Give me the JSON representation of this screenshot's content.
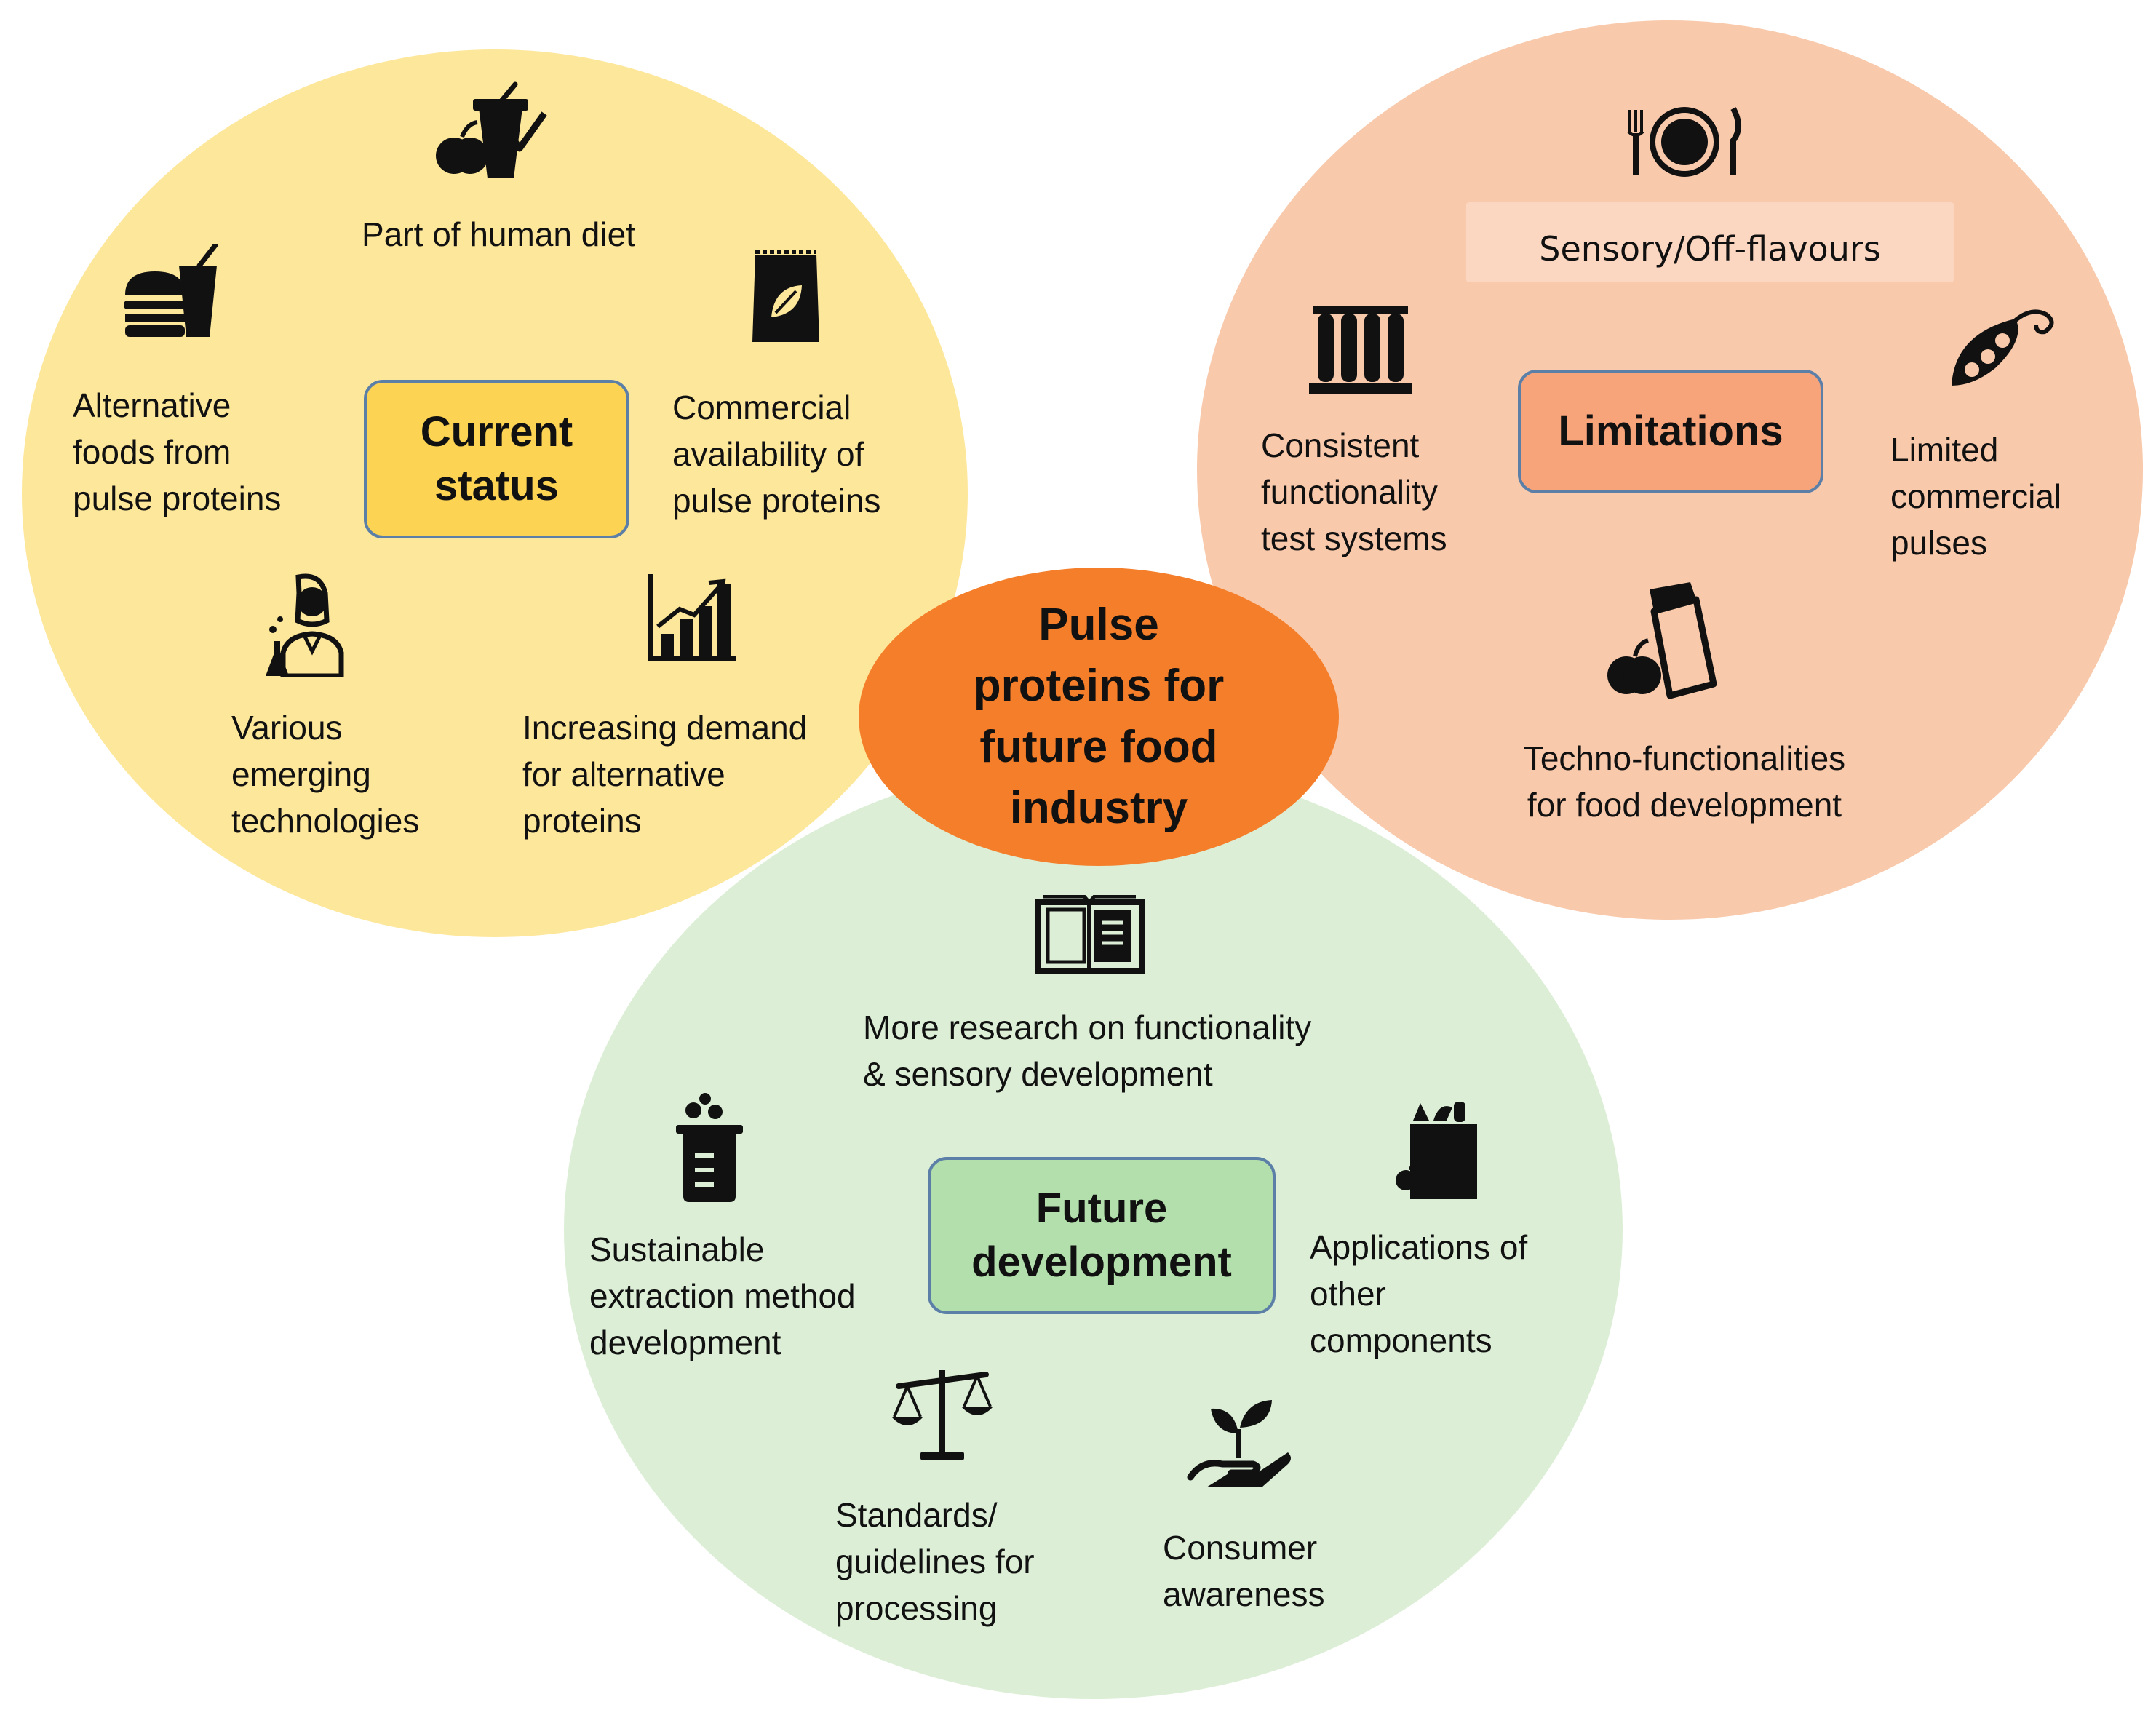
{
  "center": {
    "title": "Pulse\nproteins for\nfuture food\nindustry"
  },
  "current_status": {
    "title": "Current\nstatus",
    "items": [
      {
        "label": "Part of human diet",
        "icon": "diet-apple-drink-icon"
      },
      {
        "label": "Alternative\nfoods from\npulse proteins",
        "icon": "burger-drink-icon"
      },
      {
        "label": "Commercial\navailability of\npulse proteins",
        "icon": "product-bag-icon"
      },
      {
        "label": "Various\nemerging\ntechnologies",
        "icon": "scientist-icon"
      },
      {
        "label": "Increasing demand\nfor alternative\nproteins",
        "icon": "bar-chart-growth-icon"
      }
    ]
  },
  "limitations": {
    "title": "Limitations",
    "items": [
      {
        "label": "Sensory/Off-flavours",
        "icon": "plate-cutlery-icon"
      },
      {
        "label": "Consistent\nfunctionality\ntest systems",
        "icon": "test-tubes-icon"
      },
      {
        "label": "Limited\ncommercial\npulses",
        "icon": "pea-pod-icon"
      },
      {
        "label": "Techno-functionalities\nfor food development",
        "icon": "apple-bag-icon"
      }
    ]
  },
  "future_development": {
    "title": "Future\ndevelopment",
    "items": [
      {
        "label": "More research on functionality\n& sensory development",
        "icon": "open-book-icon"
      },
      {
        "label": "Sustainable\nextraction method\ndevelopment",
        "icon": "beaker-icon"
      },
      {
        "label": "Applications of\nother\ncomponents",
        "icon": "grocery-bag-icon"
      },
      {
        "label": "Standards/\nguidelines for\nprocessing",
        "icon": "balance-scale-icon"
      },
      {
        "label": "Consumer\nawareness",
        "icon": "hand-sprout-icon"
      }
    ]
  }
}
